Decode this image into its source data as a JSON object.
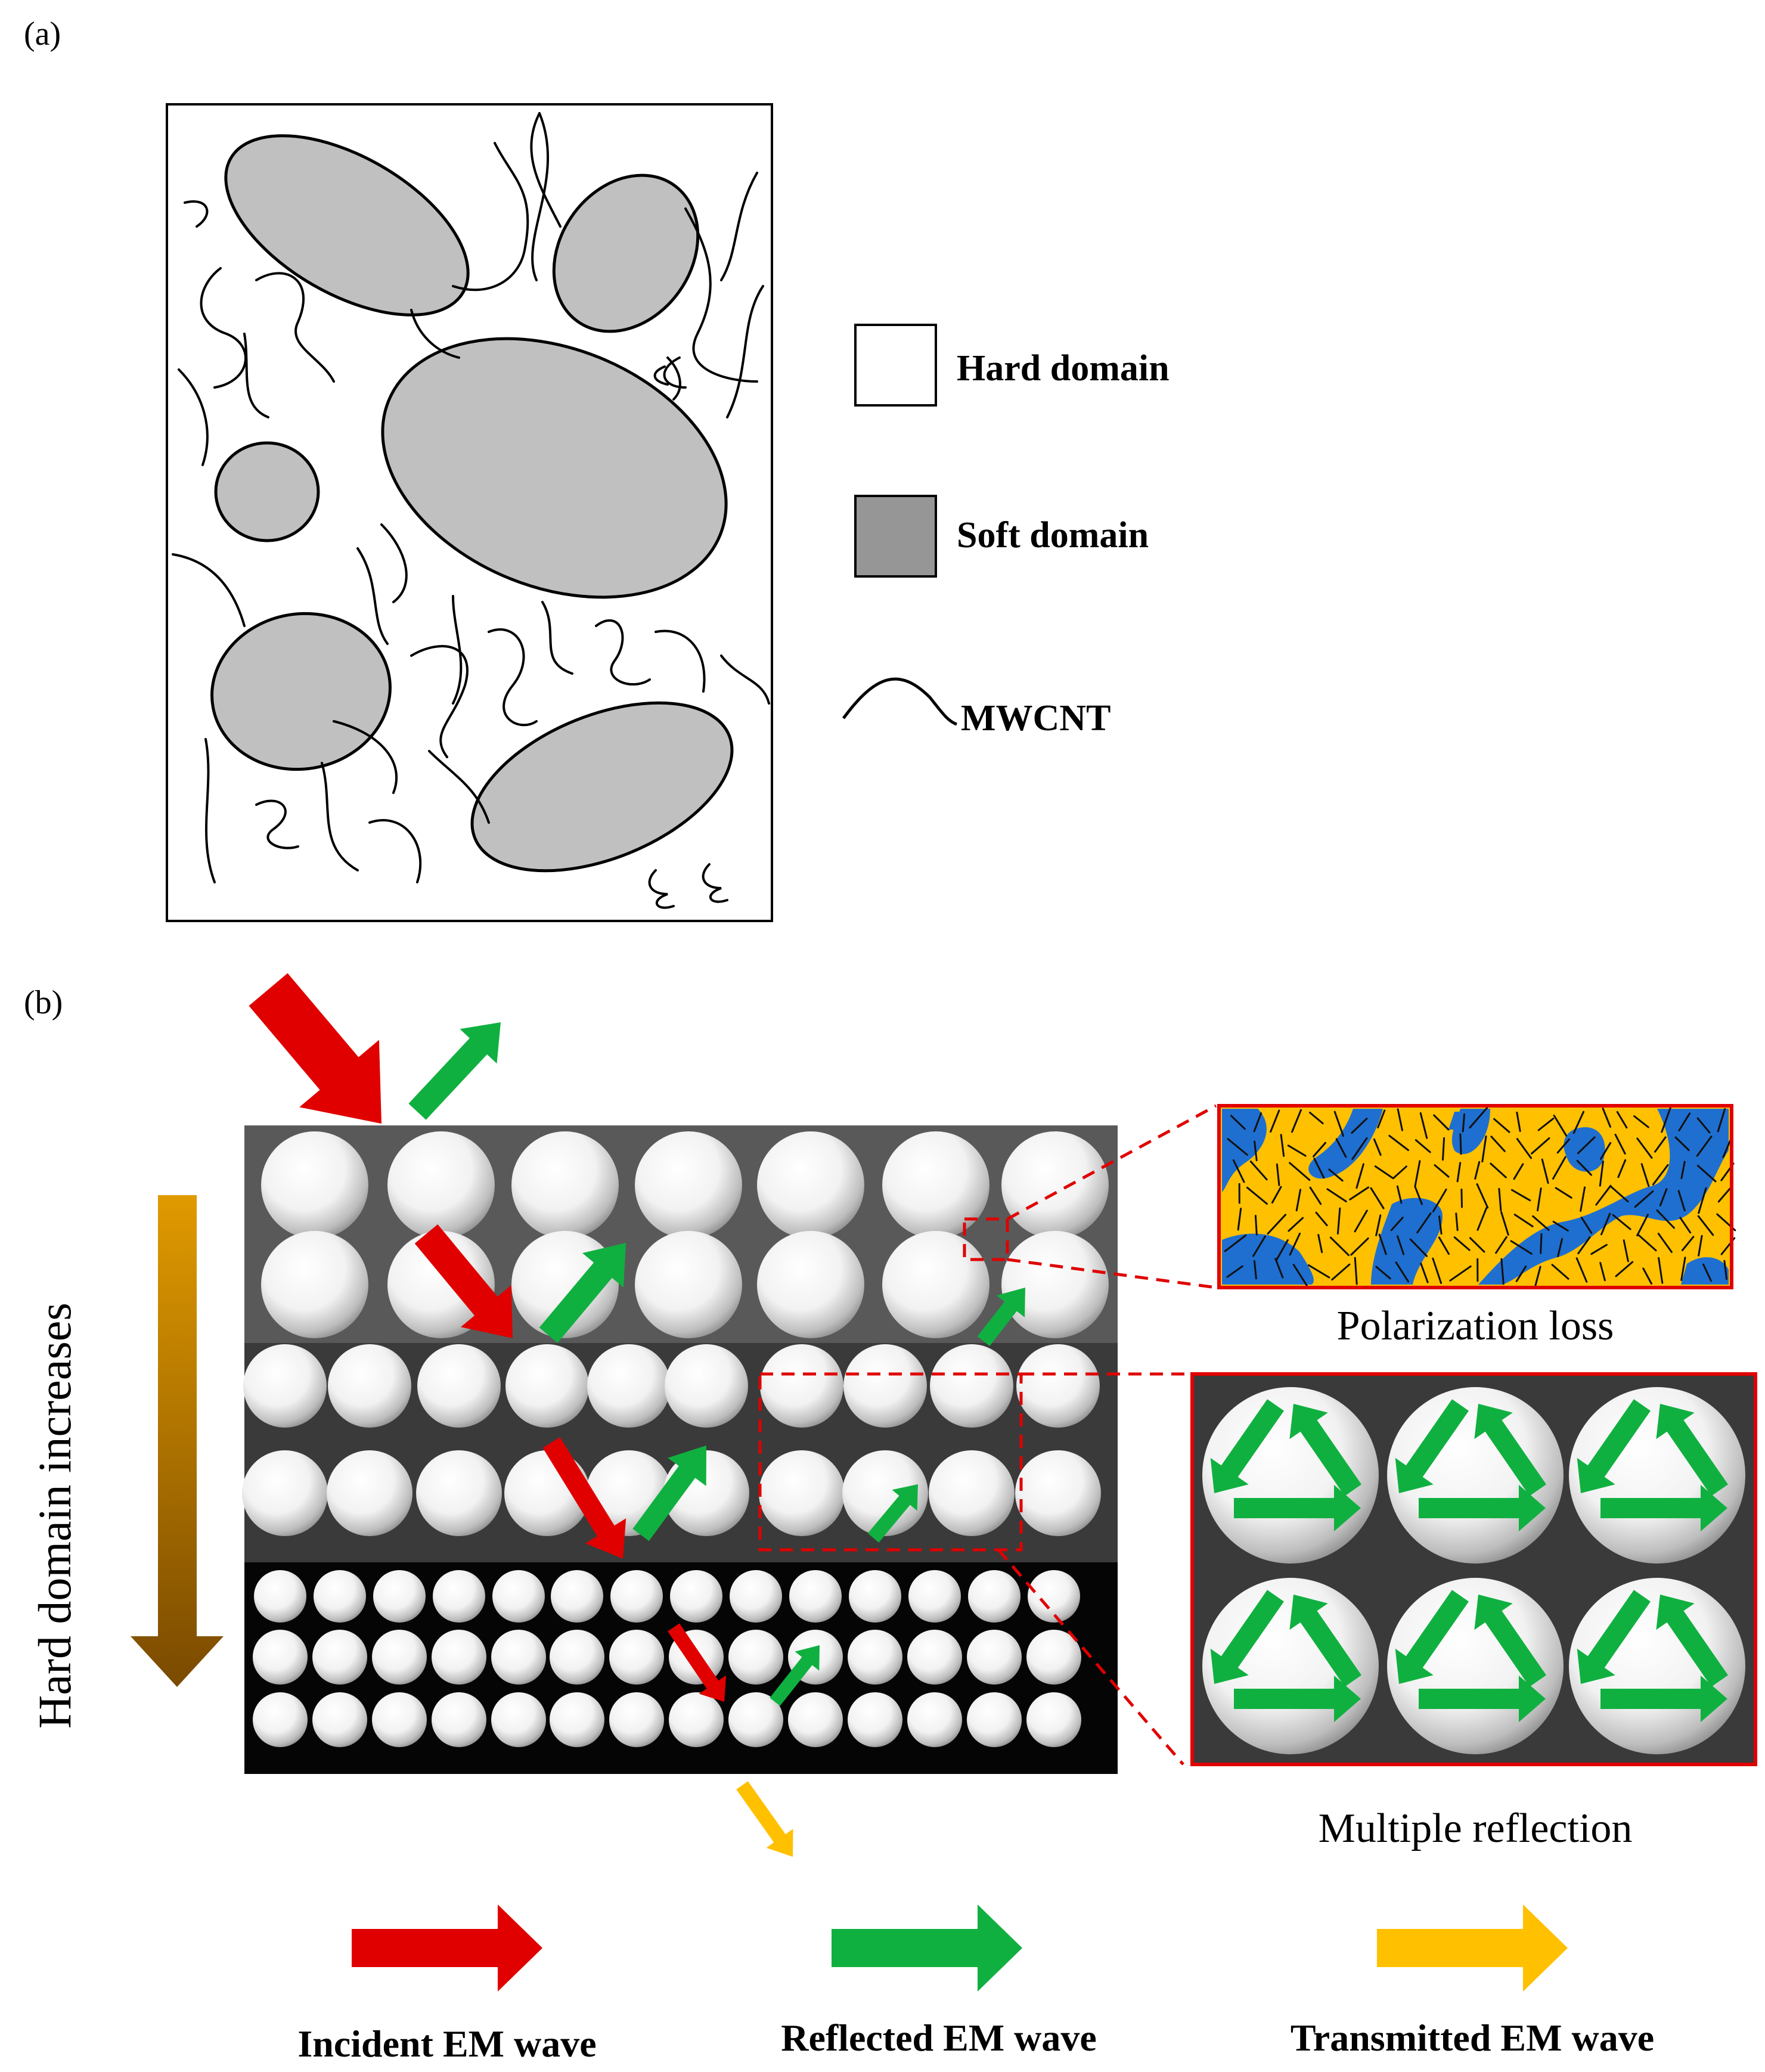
{
  "panel_a": {
    "label": "(a)",
    "legend": {
      "hard_domain": "Hard domain",
      "soft_domain": "Soft domain",
      "mwcnt": "MWCNT"
    }
  },
  "panel_b": {
    "label": "(b)",
    "side_label": "Hard domain increases",
    "inset_top_caption": "Polarization  loss",
    "inset_bottom_caption": "Multiple reflection",
    "legend": {
      "incident": "Incident EM wave",
      "reflected": "Reflected EM wave",
      "transmitted": "Transmitted EM wave"
    }
  },
  "colors": {
    "soft_domain_fill": "#c0c0c0",
    "legend_soft_fill": "#969696",
    "incident": "#e00000",
    "reflected": "#10b040",
    "transmitted": "#ffc000",
    "layer_top": "#595959",
    "layer_mid": "#3a3a3a",
    "layer_bottom": "#050505",
    "polarization_bg": "#ffc000",
    "polarization_blob": "#1f6fd0",
    "inset_border": "#e00000",
    "side_arrow_top": "#e09a00",
    "side_arrow_bottom": "#7a4a00"
  }
}
